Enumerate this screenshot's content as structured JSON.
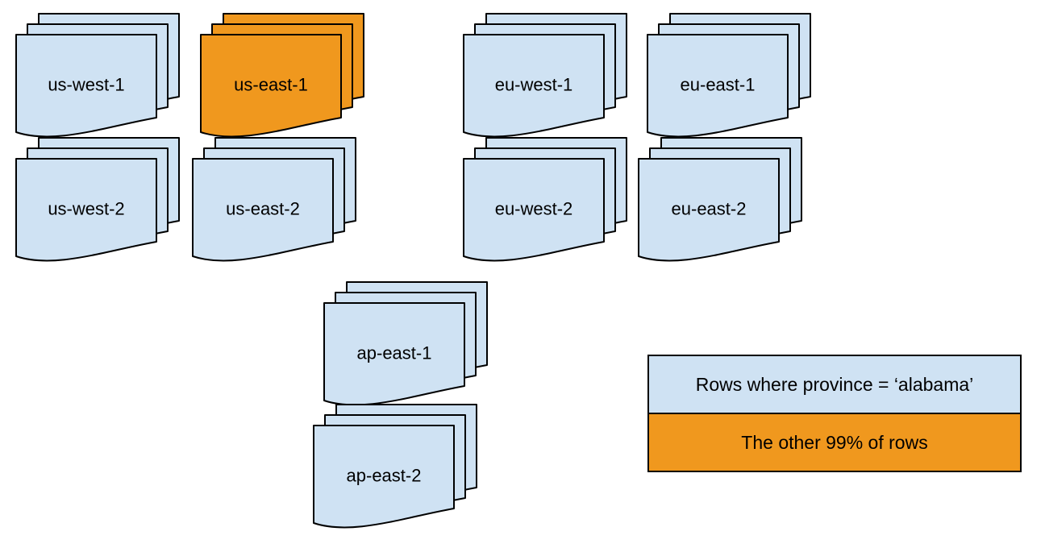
{
  "diagram": {
    "description": "Document stacks representing regions; one stack highlighted",
    "stacks": [
      {
        "label": "us-west-1",
        "highlighted": false
      },
      {
        "label": "us-east-1",
        "highlighted": true
      },
      {
        "label": "eu-west-1",
        "highlighted": false
      },
      {
        "label": "eu-east-1",
        "highlighted": false
      },
      {
        "label": "us-west-2",
        "highlighted": false
      },
      {
        "label": "us-east-2",
        "highlighted": false
      },
      {
        "label": "eu-west-2",
        "highlighted": false
      },
      {
        "label": "eu-east-2",
        "highlighted": false
      },
      {
        "label": "ap-east-1",
        "highlighted": false
      },
      {
        "label": "ap-east-2",
        "highlighted": false
      }
    ],
    "legend": {
      "items": [
        {
          "label": "Rows where province = ‘alabama’",
          "color": "#cfe2f3"
        },
        {
          "label": "The other 99% of rows",
          "color": "#f0981e"
        }
      ]
    },
    "colors": {
      "doc_fill": "#cfe2f3",
      "highlight_fill": "#f0981e",
      "stroke": "#000000",
      "background": "#ffffff"
    }
  }
}
